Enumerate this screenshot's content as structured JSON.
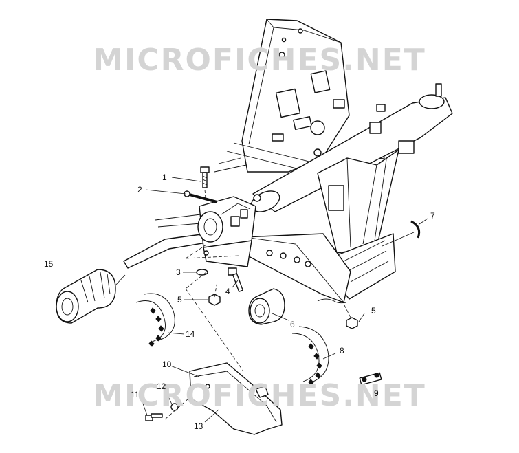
{
  "watermark": "MICROFICHES.NET",
  "callouts": [
    {
      "id": "1",
      "text": "1"
    },
    {
      "id": "2",
      "text": "2"
    },
    {
      "id": "3",
      "text": "3"
    },
    {
      "id": "4",
      "text": "4"
    },
    {
      "id": "5a",
      "text": "5"
    },
    {
      "id": "5b",
      "text": "5"
    },
    {
      "id": "6",
      "text": "6"
    },
    {
      "id": "7",
      "text": "7"
    },
    {
      "id": "8",
      "text": "8"
    },
    {
      "id": "9",
      "text": "9"
    },
    {
      "id": "10",
      "text": "10"
    },
    {
      "id": "11",
      "text": "11"
    },
    {
      "id": "12",
      "text": "12"
    },
    {
      "id": "13",
      "text": "13"
    },
    {
      "id": "14",
      "text": "14"
    },
    {
      "id": "15",
      "text": "15"
    }
  ]
}
